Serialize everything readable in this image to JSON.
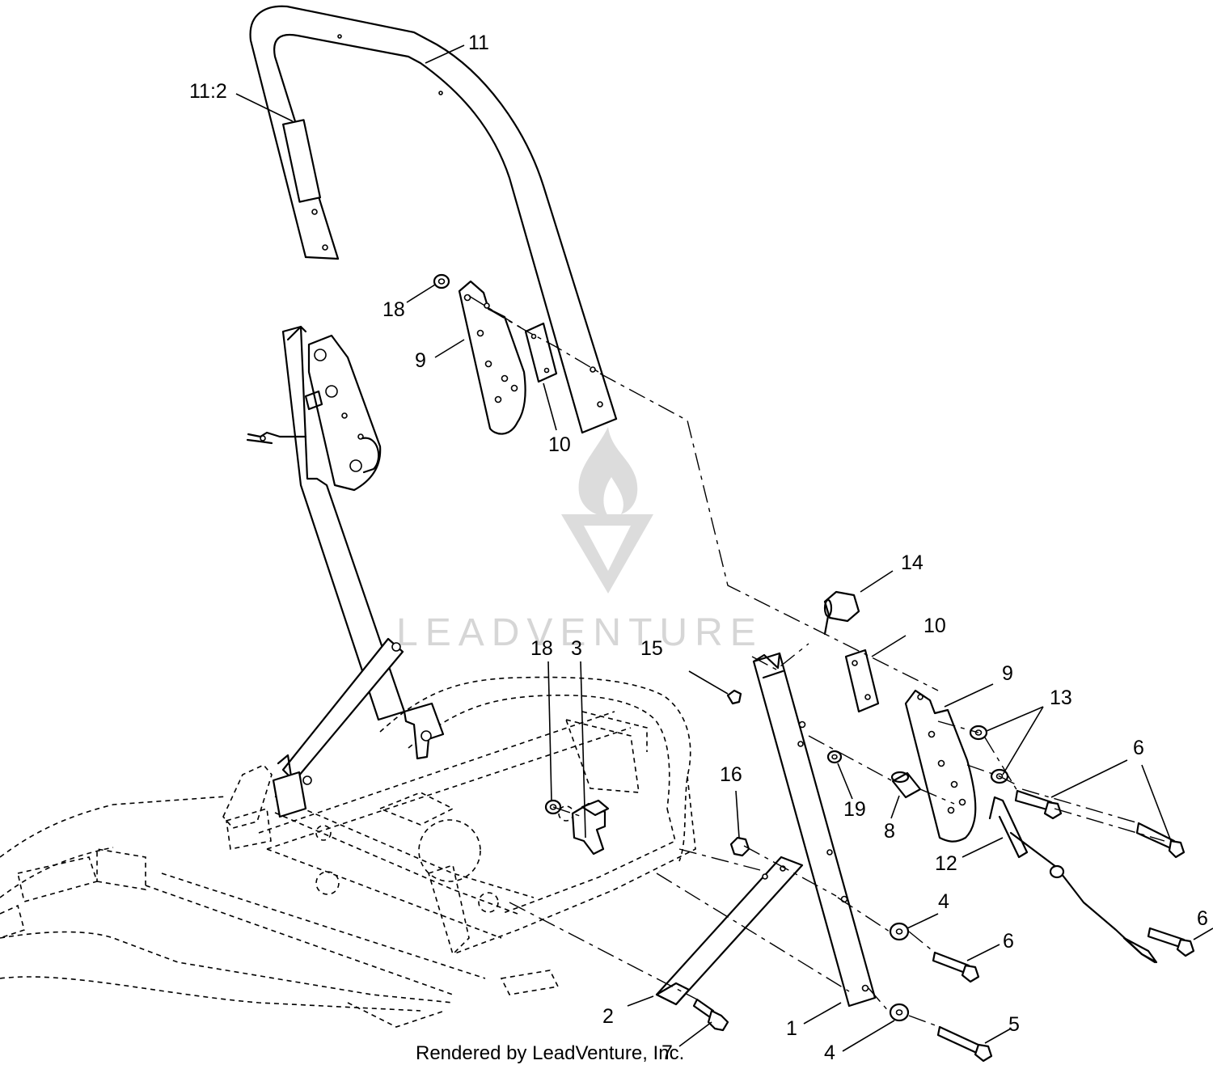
{
  "callouts": {
    "c11": "11",
    "c11_2": "11:2",
    "c18_top": "18",
    "c9_top": "9",
    "c10_top": "10",
    "c14": "14",
    "c10_right": "10",
    "c18_mid": "18",
    "c3": "3",
    "c15": "15",
    "c9_right": "9",
    "c13": "13",
    "c16": "16",
    "c19": "19",
    "c8": "8",
    "c6_a": "6",
    "c12": "12",
    "c4_a": "4",
    "c6_b": "6",
    "c6_c": "6",
    "c2": "2",
    "c1": "1",
    "c5": "5",
    "c4_b": "4"
  },
  "watermark": "LEADVENTURE",
  "footer": "Rendered by LeadVenture, Inc.",
  "footer_callout": "7"
}
